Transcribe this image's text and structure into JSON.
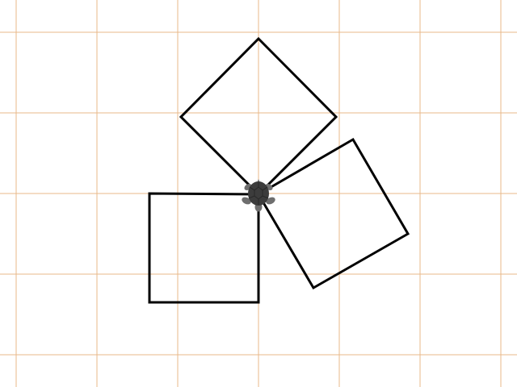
{
  "canvas": {
    "background": "#ffffff"
  },
  "grid": {
    "color": "#e8b98a",
    "visible": true
  },
  "drawing": {
    "stroke_color": "#000000",
    "shapes": [
      {
        "name": "square-top",
        "kind": "square",
        "rotation_deg": 45
      },
      {
        "name": "square-right",
        "kind": "square",
        "rotation_deg": -30
      },
      {
        "name": "square-bottom-left",
        "kind": "square",
        "rotation_deg": 0
      }
    ]
  },
  "turtle": {
    "icon": "turtle-icon",
    "heading": "down",
    "shell_color": "#3c3c3c",
    "body_color": "#6e6e6e"
  }
}
